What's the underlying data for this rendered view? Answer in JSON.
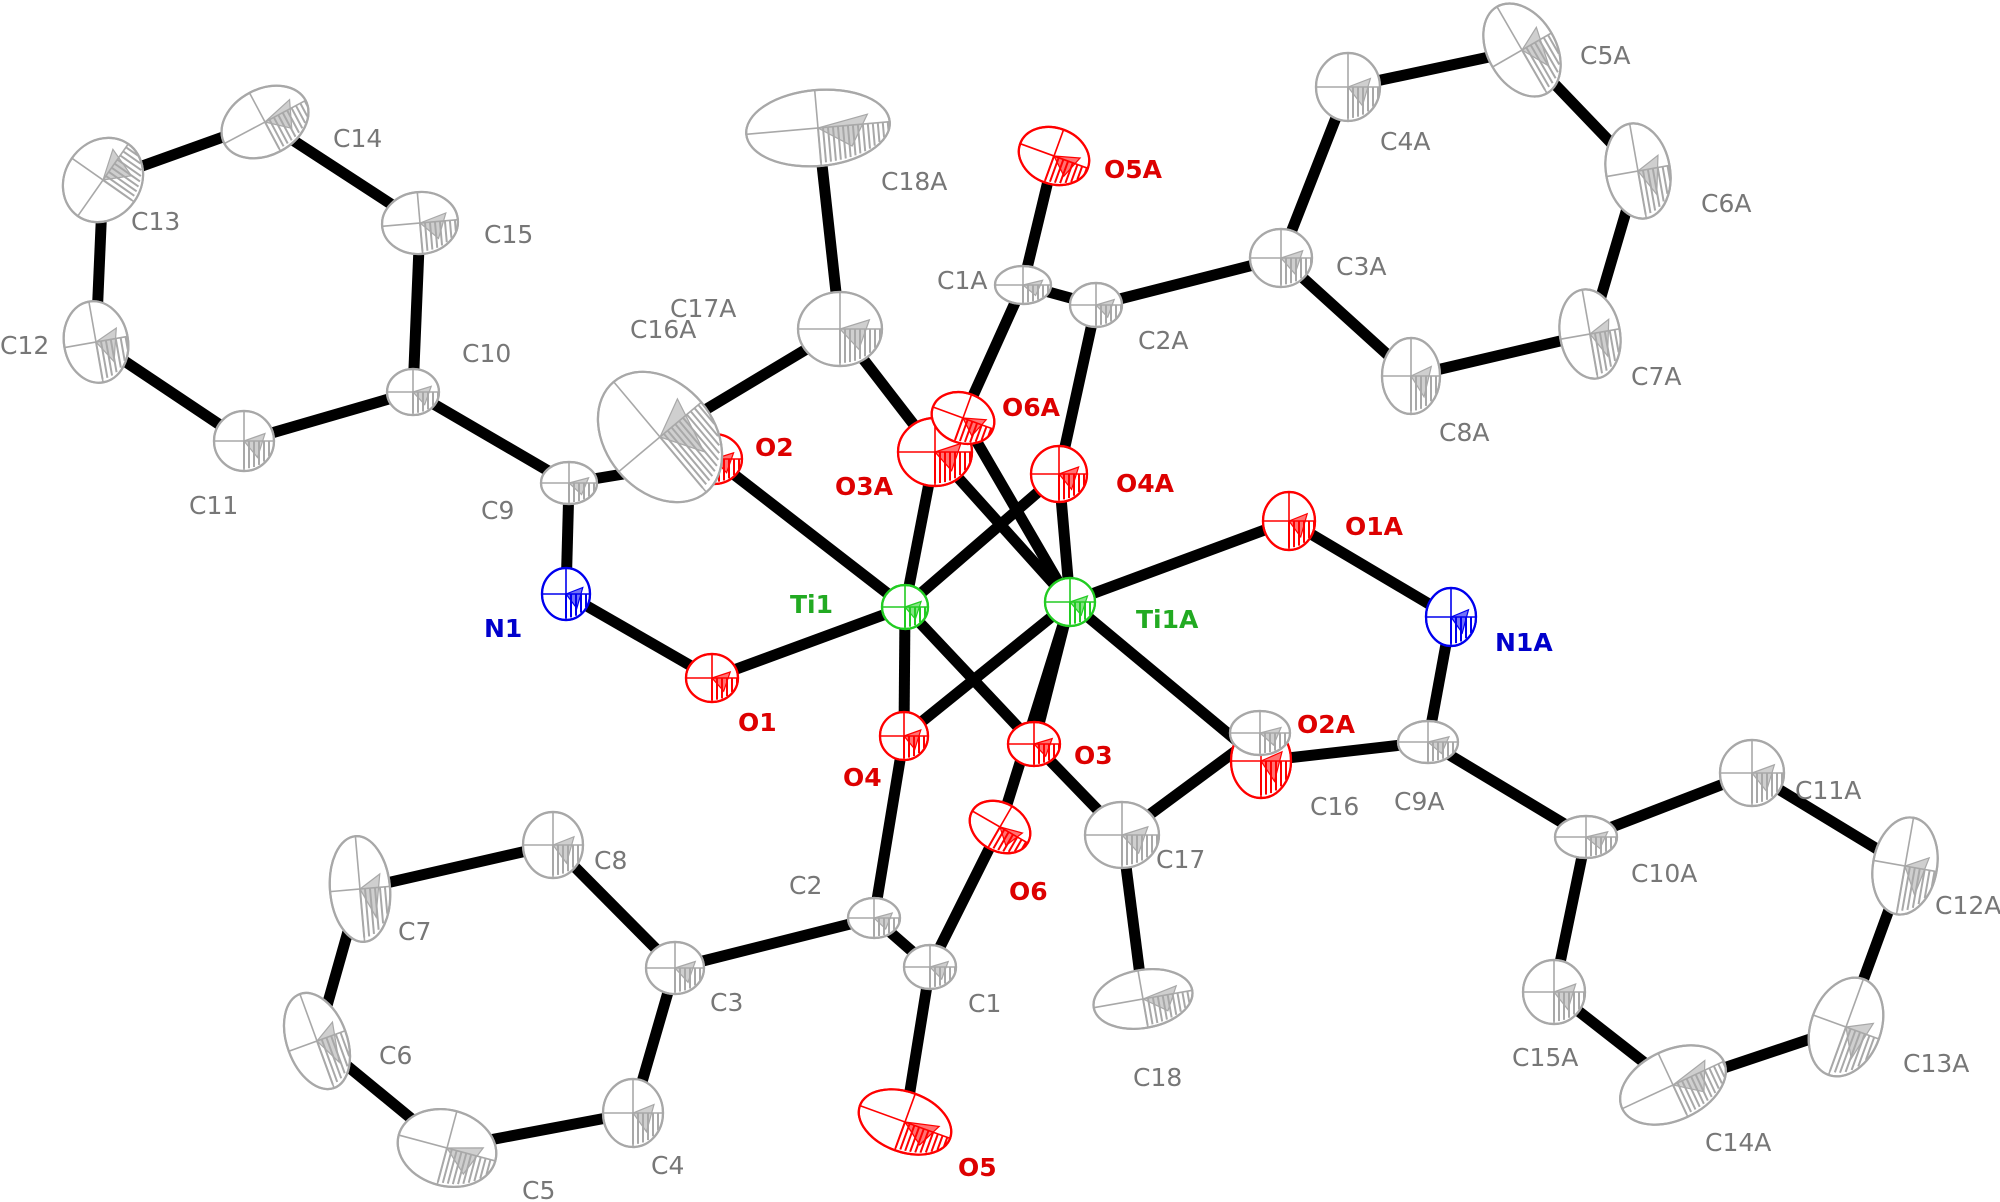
{
  "colors": {
    "carbon": "#a8a8a8",
    "oxygen": "#ff0000",
    "nitrogen": "#0000ee",
    "titanium": "#22cc22",
    "bond": "#000000",
    "background": "#ffffff",
    "carbon_label": "#777777",
    "oxygen_label": "#dd0000",
    "nitrogen_label": "#0000cc",
    "titanium_label": "#22aa22"
  },
  "atoms": [
    {
      "id": "C14",
      "element": "C"
    },
    {
      "id": "C13",
      "element": "C"
    },
    {
      "id": "C15",
      "element": "C"
    },
    {
      "id": "C12",
      "element": "C"
    },
    {
      "id": "C10",
      "element": "C"
    },
    {
      "id": "C11",
      "element": "C"
    },
    {
      "id": "C9",
      "element": "C"
    },
    {
      "id": "N1",
      "element": "N"
    },
    {
      "id": "O1",
      "element": "O"
    },
    {
      "id": "O2",
      "element": "O"
    },
    {
      "id": "C16A",
      "element": "C"
    },
    {
      "id": "C17A",
      "element": "C"
    },
    {
      "id": "C18A",
      "element": "C"
    },
    {
      "id": "O3A",
      "element": "O"
    },
    {
      "id": "O6A",
      "element": "O"
    },
    {
      "id": "C1A",
      "element": "C"
    },
    {
      "id": "O5A",
      "element": "O"
    },
    {
      "id": "C2A",
      "element": "C"
    },
    {
      "id": "O4A",
      "element": "O"
    },
    {
      "id": "C3A",
      "element": "C"
    },
    {
      "id": "C4A",
      "element": "C"
    },
    {
      "id": "C5A",
      "element": "C"
    },
    {
      "id": "C6A",
      "element": "C"
    },
    {
      "id": "C7A",
      "element": "C"
    },
    {
      "id": "C8A",
      "element": "C"
    },
    {
      "id": "Ti1",
      "element": "Ti"
    },
    {
      "id": "Ti1A",
      "element": "Ti"
    },
    {
      "id": "O1A",
      "element": "O"
    },
    {
      "id": "N1A",
      "element": "N"
    },
    {
      "id": "O4",
      "element": "O"
    },
    {
      "id": "O3",
      "element": "O"
    },
    {
      "id": "O6",
      "element": "O"
    },
    {
      "id": "O2A",
      "element": "O"
    },
    {
      "id": "C16",
      "element": "C"
    },
    {
      "id": "C9A",
      "element": "C"
    },
    {
      "id": "C17",
      "element": "C"
    },
    {
      "id": "C18",
      "element": "C"
    },
    {
      "id": "C2",
      "element": "C"
    },
    {
      "id": "C1",
      "element": "C"
    },
    {
      "id": "O5",
      "element": "O"
    },
    {
      "id": "C3",
      "element": "C"
    },
    {
      "id": "C8",
      "element": "C"
    },
    {
      "id": "C7",
      "element": "C"
    },
    {
      "id": "C6",
      "element": "C"
    },
    {
      "id": "C5",
      "element": "C"
    },
    {
      "id": "C4",
      "element": "C"
    },
    {
      "id": "C10A",
      "element": "C"
    },
    {
      "id": "C11A",
      "element": "C"
    },
    {
      "id": "C12A",
      "element": "C"
    },
    {
      "id": "C13A",
      "element": "C"
    },
    {
      "id": "C14A",
      "element": "C"
    },
    {
      "id": "C15A",
      "element": "C"
    }
  ],
  "bonds": [
    [
      "C14",
      "C15"
    ],
    [
      "C14",
      "C13"
    ],
    [
      "C13",
      "C12"
    ],
    [
      "C12",
      "C11"
    ],
    [
      "C11",
      "C10"
    ],
    [
      "C10",
      "C15"
    ],
    [
      "C10",
      "C9"
    ],
    [
      "C9",
      "O2"
    ],
    [
      "C9",
      "N1"
    ],
    [
      "N1",
      "O1"
    ],
    [
      "O1",
      "Ti1"
    ],
    [
      "O2",
      "Ti1"
    ],
    [
      "C16A",
      "C17A"
    ],
    [
      "C17A",
      "C18A"
    ],
    [
      "C17A",
      "O3A"
    ],
    [
      "O3A",
      "Ti1A"
    ],
    [
      "O3A",
      "Ti1"
    ],
    [
      "O6A",
      "C1A"
    ],
    [
      "C1A",
      "O5A"
    ],
    [
      "C1A",
      "C2A"
    ],
    [
      "C2A",
      "C3A"
    ],
    [
      "C2A",
      "O4A"
    ],
    [
      "O4A",
      "Ti1"
    ],
    [
      "O4A",
      "Ti1A"
    ],
    [
      "O6A",
      "Ti1A"
    ],
    [
      "C3A",
      "C4A"
    ],
    [
      "C4A",
      "C5A"
    ],
    [
      "C5A",
      "C6A"
    ],
    [
      "C6A",
      "C7A"
    ],
    [
      "C7A",
      "C8A"
    ],
    [
      "C8A",
      "C3A"
    ],
    [
      "Ti1A",
      "O1A"
    ],
    [
      "O1A",
      "N1A"
    ],
    [
      "N1A",
      "C9A"
    ],
    [
      "C9A",
      "O2A"
    ],
    [
      "O2A",
      "Ti1A"
    ],
    [
      "C9A",
      "C10A"
    ],
    [
      "C10A",
      "C11A"
    ],
    [
      "C11A",
      "C12A"
    ],
    [
      "C12A",
      "C13A"
    ],
    [
      "C13A",
      "C14A"
    ],
    [
      "C14A",
      "C15A"
    ],
    [
      "C15A",
      "C10A"
    ],
    [
      "Ti1",
      "O4"
    ],
    [
      "O4",
      "Ti1A"
    ],
    [
      "O4",
      "C2"
    ],
    [
      "Ti1",
      "O3"
    ],
    [
      "O3",
      "Ti1A"
    ],
    [
      "O3",
      "C17"
    ],
    [
      "C17",
      "C16"
    ],
    [
      "C17",
      "C18"
    ],
    [
      "O6",
      "Ti1A"
    ],
    [
      "O6",
      "C1"
    ],
    [
      "C1",
      "O5"
    ],
    [
      "C1",
      "C2"
    ],
    [
      "C2",
      "C3"
    ],
    [
      "C3",
      "C8"
    ],
    [
      "C8",
      "C7"
    ],
    [
      "C7",
      "C6"
    ],
    [
      "C6",
      "C5"
    ],
    [
      "C5",
      "C4"
    ],
    [
      "C4",
      "C3"
    ]
  ]
}
